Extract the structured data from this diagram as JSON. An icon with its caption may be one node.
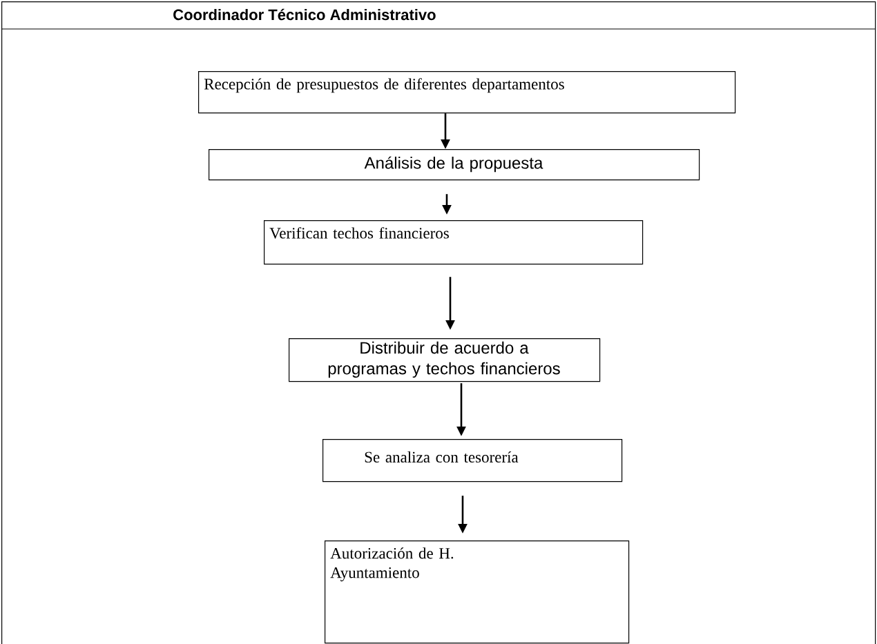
{
  "diagram": {
    "nodes": [
      {
        "text": [
          "Coordinador Técnico Administrativo"
        ]
      },
      {
        "text": [
          "Recepción de presupuestos de diferentes departamentos"
        ],
        "in": 0
      },
      {
        "text": [
          "Análisis de la propuesta"
        ],
        "in": 0
      },
      {
        "text": [
          "Verifican techos financieros"
        ],
        "in": 0
      },
      {
        "text": [
          "Distribuir de acuerdo a programas y techos financieros"
        ],
        "in": 0
      },
      {
        "text": [
          "Se analiza con tesorería"
        ],
        "in": 0
      },
      {
        "text": [
          "Autorización de H. Ayuntamiento"
        ],
        "in": 0
      }
    ],
    "edges": [
      {
        "from": 1,
        "to": 2,
        "arrow": "to"
      },
      {
        "from": 2,
        "to": 3,
        "arrow": "to"
      },
      {
        "from": 3,
        "to": 4,
        "arrow": "to"
      },
      {
        "from": 4,
        "to": 5,
        "arrow": "to"
      },
      {
        "from": 5,
        "to": 6,
        "arrow": "to"
      }
    ]
  }
}
